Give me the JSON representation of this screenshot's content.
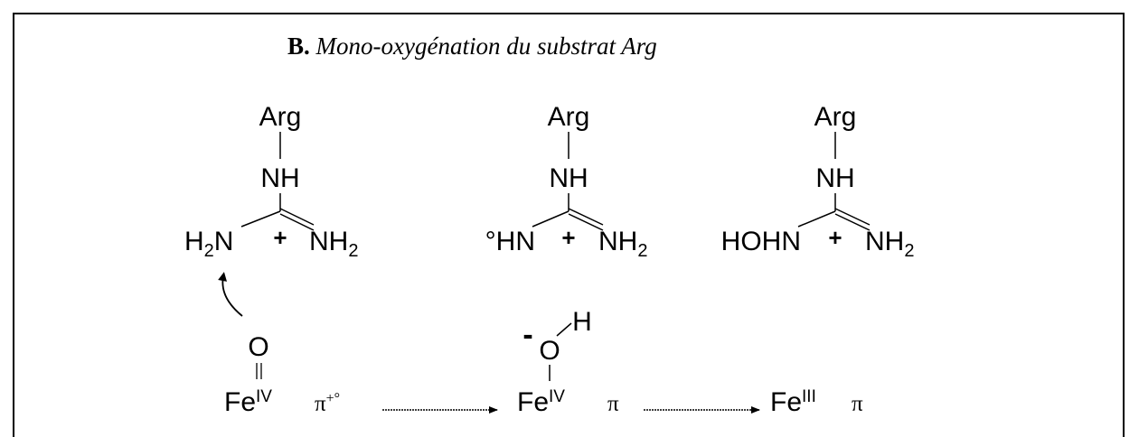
{
  "title": {
    "bold": "B.",
    "italic": "Mono-oxygénation du substrat Arg"
  },
  "substrates": [
    {
      "top": "Arg",
      "nh": "NH",
      "left_prefix": "H",
      "left_sub": "2",
      "left_suffix": "N",
      "charge": "+",
      "right": "NH",
      "right_sub": "2"
    },
    {
      "top": "Arg",
      "nh": "NH",
      "left": "°HN",
      "charge": "+",
      "right": "NH",
      "right_sub": "2"
    },
    {
      "top": "Arg",
      "nh": "NH",
      "left": "HOHN",
      "charge": "+",
      "right": "NH",
      "right_sub": "2"
    }
  ],
  "iron_species": [
    {
      "ligand": "O",
      "metal": "Fe",
      "oxidation": "IV",
      "ring": "π",
      "ring_sup": "+°"
    },
    {
      "ligand_charge": "-",
      "ligand": "O",
      "ligand_h": "H",
      "metal": "Fe",
      "oxidation": "IV",
      "ring": "π"
    },
    {
      "metal": "Fe",
      "oxidation": "III",
      "ring": "π"
    }
  ]
}
